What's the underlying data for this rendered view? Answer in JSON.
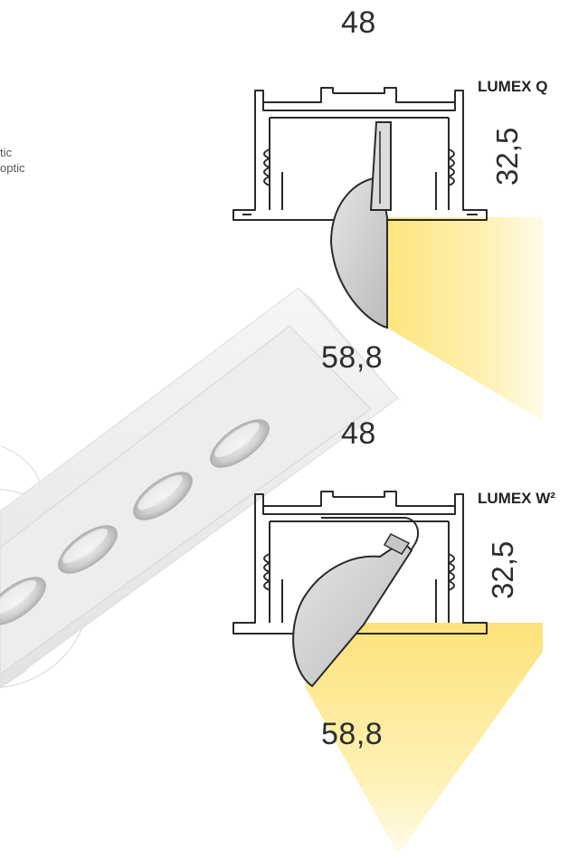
{
  "left_text": {
    "line1": "tic",
    "line2": "optic"
  },
  "profile_q": {
    "name": "LUMEX Q",
    "width": "48",
    "height": "32,5",
    "depth": "58,8"
  },
  "profile_w2": {
    "name": "LUMEX W²",
    "width": "48",
    "height": "32,5",
    "depth": "58,8"
  },
  "colors": {
    "light_beam": "#fde98a",
    "profile_stroke": "#2a2a2a",
    "lens_fill": "#cfd1d3",
    "background": "#ffffff"
  }
}
